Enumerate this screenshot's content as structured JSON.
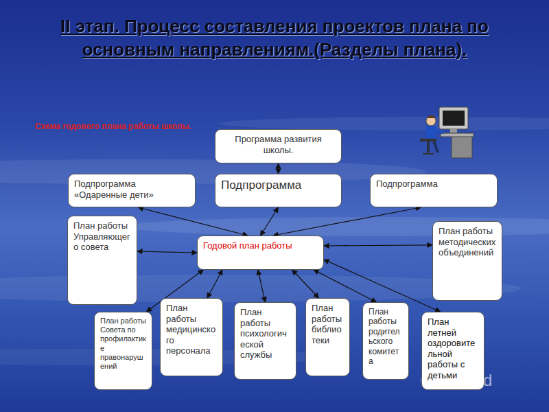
{
  "diagram": {
    "title": "II этап. Процесс составления проектов плана по основным направлениям.(Разделы плана).",
    "nodes": [
      {
        "text": [
          "Программа развития школы."
        ]
      },
      {
        "text": [
          "Подпрограмма «Одаренные дети»"
        ]
      },
      {
        "text": [
          "Подпрограмма"
        ]
      },
      {
        "text": [
          "Подпрограмма"
        ]
      },
      {
        "text": [
          "План работы Управляющего совета"
        ]
      },
      {
        "text": [
          "Годовой план работы"
        ]
      },
      {
        "text": [
          "План работы методических объединений"
        ]
      },
      {
        "text": [
          "План работы Совета по профилактике правонарушений"
        ]
      },
      {
        "text": [
          "План работы медицинского персонала"
        ]
      },
      {
        "text": [
          "План работы психологической службы"
        ]
      },
      {
        "text": [
          "План работы библиотеки"
        ]
      },
      {
        "text": [
          "План работы родительского комитета"
        ]
      },
      {
        "text": [
          "План летней оздоровительной работы с детьми"
        ]
      }
    ],
    "edges": [
      {
        "from": 0,
        "to": 2,
        "arrow": "both"
      },
      {
        "from": 5,
        "to": 1,
        "arrow": "both"
      },
      {
        "from": 5,
        "to": 2,
        "arrow": "both"
      },
      {
        "from": 5,
        "to": 3,
        "arrow": "both"
      },
      {
        "from": 5,
        "to": 4,
        "arrow": "both"
      },
      {
        "from": 5,
        "to": 6,
        "arrow": "both"
      },
      {
        "from": 5,
        "to": 7,
        "arrow": "both"
      },
      {
        "from": 5,
        "to": 8,
        "arrow": "both"
      },
      {
        "from": 5,
        "to": 9,
        "arrow": "both"
      },
      {
        "from": 5,
        "to": 10,
        "arrow": "both"
      },
      {
        "from": 5,
        "to": 11,
        "arrow": "both"
      },
      {
        "from": 5,
        "to": 12,
        "arrow": "both"
      }
    ],
    "labels": [
      "Схема годового плана работы школы.",
      "Shared"
    ]
  }
}
